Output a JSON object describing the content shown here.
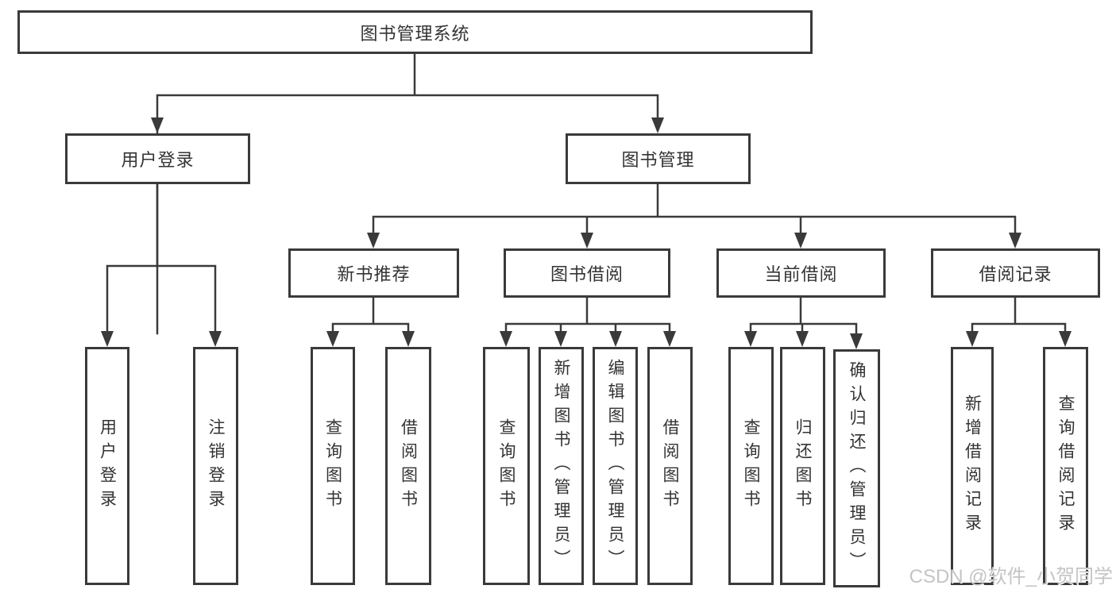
{
  "diagram_title": "图书管理系统",
  "tree": {
    "label": "图书管理系统",
    "children": [
      {
        "label": "用户登录",
        "children": [
          {
            "label": "用户登录"
          },
          {
            "label": "注销登录"
          }
        ]
      },
      {
        "label": "图书管理",
        "children": [
          {
            "label": "新书推荐",
            "children": [
              {
                "label": "查询图书"
              },
              {
                "label": "借阅图书"
              }
            ]
          },
          {
            "label": "图书借阅",
            "children": [
              {
                "label": "查询图书"
              },
              {
                "label": "新增图书（管理员）"
              },
              {
                "label": "编辑图书（管理员）"
              },
              {
                "label": "借阅图书"
              }
            ]
          },
          {
            "label": "当前借阅",
            "children": [
              {
                "label": "查询图书"
              },
              {
                "label": "归还图书"
              },
              {
                "label": "确认归还（管理员）"
              }
            ]
          },
          {
            "label": "借阅记录",
            "children": [
              {
                "label": "新增借阅记录"
              },
              {
                "label": "查询借阅记录"
              }
            ]
          }
        ]
      }
    ]
  },
  "watermark": "CSDN @软件_小贺同学",
  "colors": {
    "line": "#3a3a3a",
    "box_border": "#3a3a3a",
    "text": "#333333",
    "background": "#ffffff",
    "watermark": "#c4c4c4"
  }
}
